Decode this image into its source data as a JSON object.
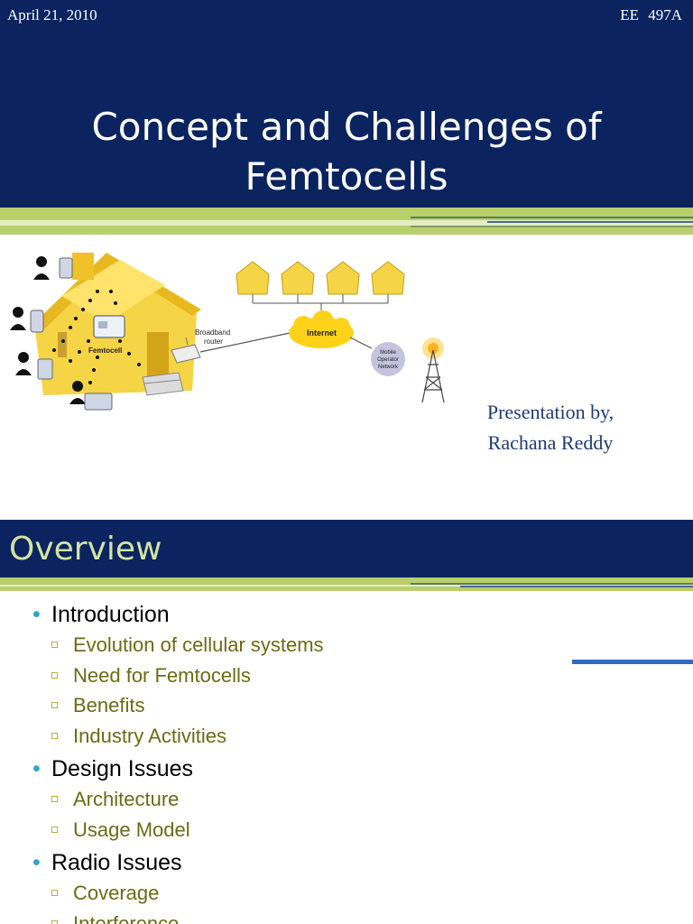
{
  "slide1": {
    "date": "April 21, 2010",
    "course": "EE 497A",
    "title_line1": "Concept and Challenges of",
    "title_line2": "Femtocells",
    "presenter_line1": "Presentation by,",
    "presenter_line2": "Rachana Reddy",
    "diagram": {
      "femtocell_label": "Femtocell",
      "router_label_line1": "Broadband",
      "router_label_line2": "router",
      "internet_label": "Internet",
      "operator_label_line1": "Mobile",
      "operator_label_line2": "Operator",
      "operator_label_line3": "Network"
    }
  },
  "slide2": {
    "title": "Overview",
    "sections": [
      {
        "label": "Introduction",
        "items": [
          "Evolution of cellular systems",
          "Need for Femtocells",
          "Benefits",
          "Industry Activities"
        ]
      },
      {
        "label": "Design Issues",
        "items": [
          "Architecture",
          "Usage Model"
        ]
      },
      {
        "label": "Radio Issues",
        "items": [
          "Coverage",
          "Interference"
        ]
      }
    ]
  },
  "colors": {
    "header_navy": "#0b2460",
    "stripe_green": "#b9cf6b",
    "overview_title": "#d4e4a0",
    "bullet_cyan": "#2aa8c9",
    "subitem_olive": "#6b6b14"
  }
}
